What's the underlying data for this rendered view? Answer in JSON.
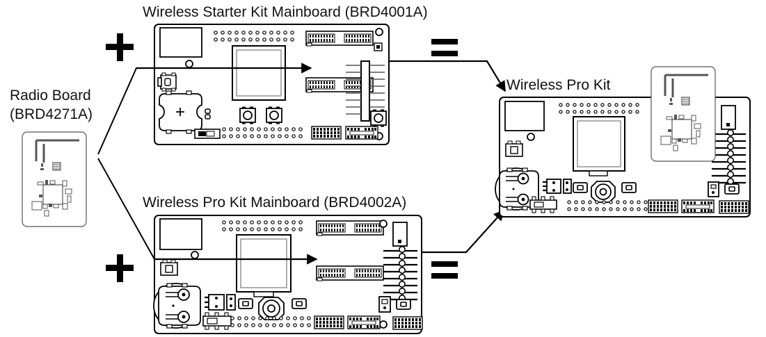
{
  "diagram": {
    "type": "hardware-assembly",
    "description": "Silicon Labs wireless kit assembly: a radio board combines with either of two mainboards to form a Wireless Pro Kit",
    "background_color": "#ffffff",
    "line_color": "#000000",
    "board_fill": "#ffffff"
  },
  "labels": {
    "radio_board_line1": "Radio Board",
    "radio_board_line2": "(BRD4271A)",
    "starter_kit_mainboard": "Wireless Starter Kit Mainboard (BRD4001A)",
    "pro_kit_mainboard": "Wireless Pro Kit Mainboard (BRD4002A)",
    "result": "Wireless Pro Kit"
  },
  "operators": {
    "plus_top": "+",
    "plus_bottom": "+",
    "equals_top": "=",
    "equals_bottom": "="
  },
  "components": {
    "radio_board": {
      "name": "Radio Board (BRD4271A)",
      "features": [
        "pcb-antenna-trace",
        "rf-shield-marking",
        "soc-chip-cluster",
        "passive-components"
      ]
    },
    "starter_kit_mainboard": {
      "name": "Wireless Starter Kit Mainboard (BRD4001A)",
      "features": [
        "usb-connector",
        "breakout-pin-row-top",
        "lcd-display",
        "expansion-header-upper",
        "expansion-header-lower",
        "coin-cell-battery",
        "power-slide-switch",
        "push-button-1",
        "push-button-2",
        "reset-button",
        "edge-connector-strip",
        "mini-simplicity-header",
        "debug-header",
        "breakout-pin-row-bottom",
        "mounting-hole-top",
        "mounting-hole-bottom"
      ]
    },
    "pro_kit_mainboard": {
      "name": "Wireless Pro Kit Mainboard (BRD4002A)",
      "features": [
        "usb-connector",
        "breakout-pin-row-top",
        "lcd-display",
        "expansion-header-upper",
        "expansion-header-lower",
        "coin-cell-battery-holder",
        "power-selector-switch",
        "jumper-header",
        "push-button-1",
        "joystick",
        "push-button-2",
        "pin-header-column",
        "mini-simplicity-header",
        "debug-header",
        "breakout-pin-row-bottom",
        "mounting-hole-top",
        "mounting-hole-bottom"
      ]
    },
    "wireless_pro_kit": {
      "name": "Wireless Pro Kit",
      "features": [
        "radio-board-mounted",
        "usb-connector",
        "lcd-display",
        "coin-cell-battery-holder",
        "joystick",
        "pin-header-column",
        "breakout-pin-rows"
      ]
    }
  },
  "connectors": {
    "radio_to_starter_kit": "diagonal-line-up",
    "radio_to_pro_kit": "diagonal-line-down",
    "starter_kit_to_result": "arrow-down-right",
    "pro_kit_to_result": "arrow-up-right",
    "through_starter_kit": "arrow-right",
    "through_pro_kit": "arrow-right"
  }
}
